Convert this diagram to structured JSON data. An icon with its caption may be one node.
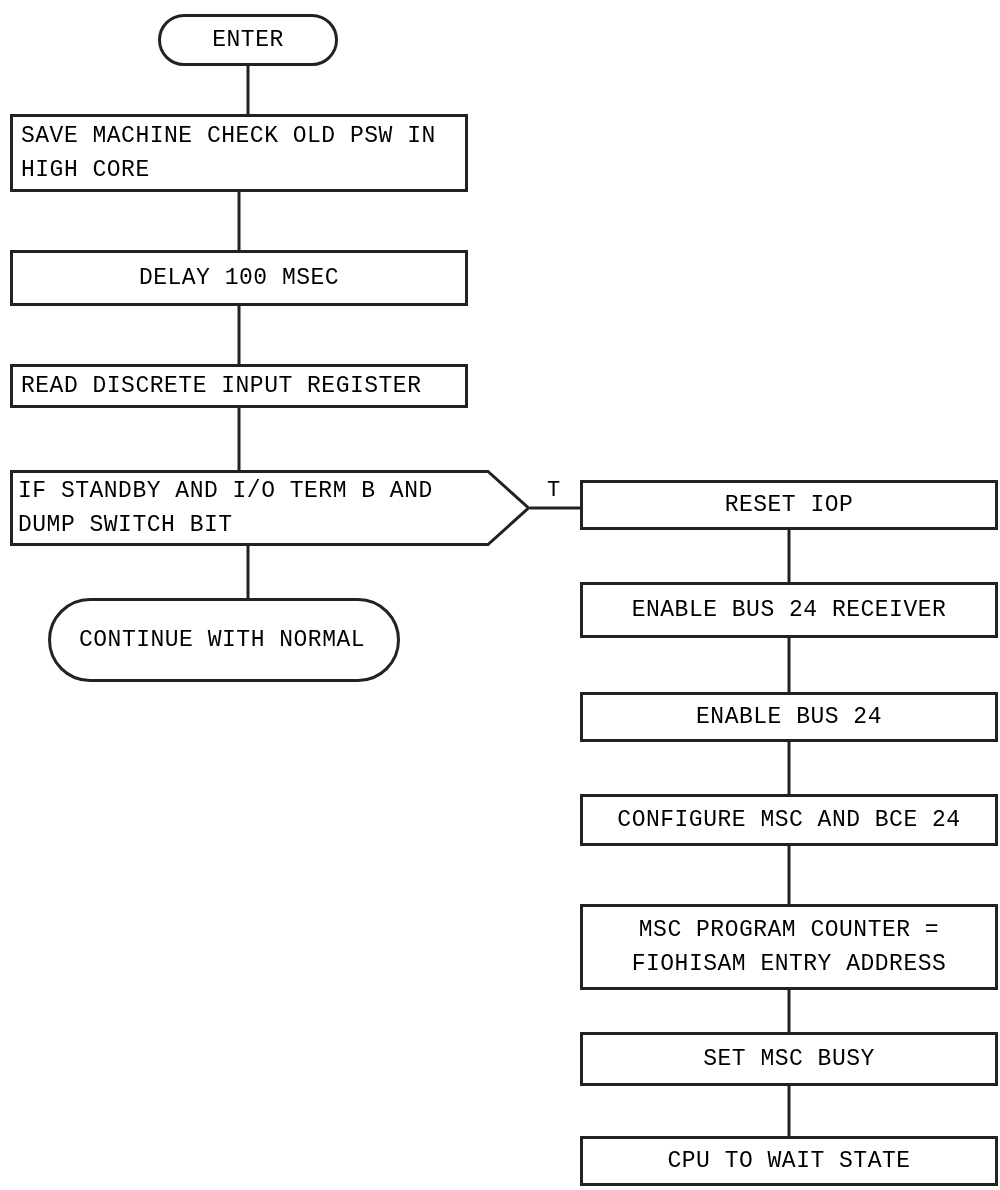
{
  "diagram": {
    "nodes": [
      {
        "text": [
          "ENTER"
        ]
      },
      {
        "text": [
          "SAVE MACHINE CHECK OLD PSW IN HIGH CORE"
        ]
      },
      {
        "text": [
          "DELAY 100 MSEC"
        ]
      },
      {
        "text": [
          "READ DISCRETE INPUT REGISTER"
        ]
      },
      {
        "text": [
          "IF STANDBY AND I/O TERM B AND DUMP SWITCH BIT"
        ]
      },
      {
        "text": [
          "CONTINUE WITH NORMAL"
        ]
      },
      {
        "text": [
          "RESET IOP"
        ]
      },
      {
        "text": [
          "ENABLE BUS 24 RECEIVER"
        ]
      },
      {
        "text": [
          "ENABLE BUS 24"
        ]
      },
      {
        "text": [
          "CONFIGURE MSC AND BCE 24"
        ]
      },
      {
        "text": [
          "MSC PROGRAM COUNTER = FIOHISAM ENTRY ADDRESS"
        ]
      },
      {
        "text": [
          "SET MSC BUSY"
        ]
      },
      {
        "text": [
          "CPU TO WAIT STATE"
        ]
      }
    ],
    "edges": [
      {
        "from": 0,
        "to": 1,
        "arrow": "none"
      },
      {
        "from": 1,
        "to": 2,
        "arrow": "none"
      },
      {
        "from": 2,
        "to": 3,
        "arrow": "none"
      },
      {
        "from": 3,
        "to": 4,
        "arrow": "none"
      },
      {
        "from": 4,
        "to": 5,
        "arrow": "none"
      },
      {
        "from": 4,
        "to": 6,
        "arrow": "none",
        "label": "T"
      },
      {
        "from": 6,
        "to": 7,
        "arrow": "none"
      },
      {
        "from": 7,
        "to": 8,
        "arrow": "none"
      },
      {
        "from": 8,
        "to": 9,
        "arrow": "none"
      },
      {
        "from": 9,
        "to": 10,
        "arrow": "none"
      },
      {
        "from": 10,
        "to": 11,
        "arrow": "none"
      },
      {
        "from": 11,
        "to": 12,
        "arrow": "none"
      }
    ]
  }
}
